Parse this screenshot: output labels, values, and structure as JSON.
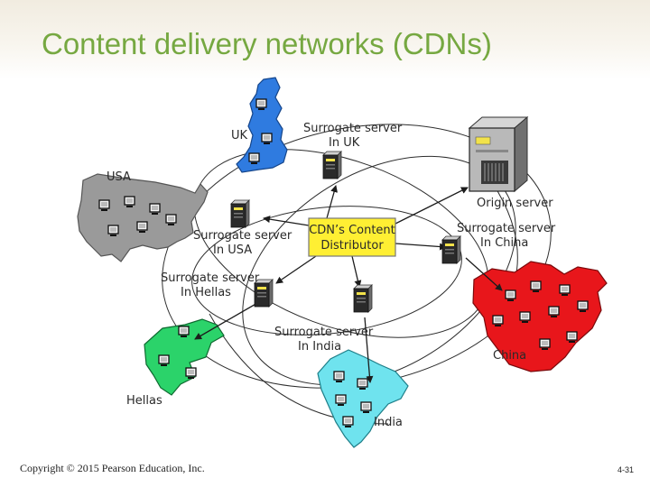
{
  "slide": {
    "title": "Content delivery networks (CDNs)",
    "copyright": "Copyright © 2015 Pearson Education, Inc.",
    "page_number": "4-31"
  },
  "diagram": {
    "distributor": {
      "line1": "CDN’s Content",
      "line2": "Distributor",
      "fill": "#ffef33"
    },
    "origin_label": "Origin server",
    "surrogates": {
      "uk": {
        "line1": "Surrogate server",
        "line2": "In UK"
      },
      "usa": {
        "line1": "Surrogate server",
        "line2": "In USA"
      },
      "china": {
        "line1": "Surrogate server",
        "line2": "In China"
      },
      "hellas": {
        "line1": "Surrogate server",
        "line2": "In Hellas"
      },
      "india": {
        "line1": "Surrogate server",
        "line2": "In India"
      }
    },
    "regions": {
      "uk": {
        "label": "UK",
        "color": "#2f7be0"
      },
      "usa": {
        "label": "USA",
        "color": "#9a9a9a"
      },
      "china": {
        "label": "China",
        "color": "#e8161b"
      },
      "hellas": {
        "label": "Hellas",
        "color": "#2bd36a"
      },
      "india": {
        "label": "India",
        "color": "#6fe3ee"
      }
    }
  }
}
